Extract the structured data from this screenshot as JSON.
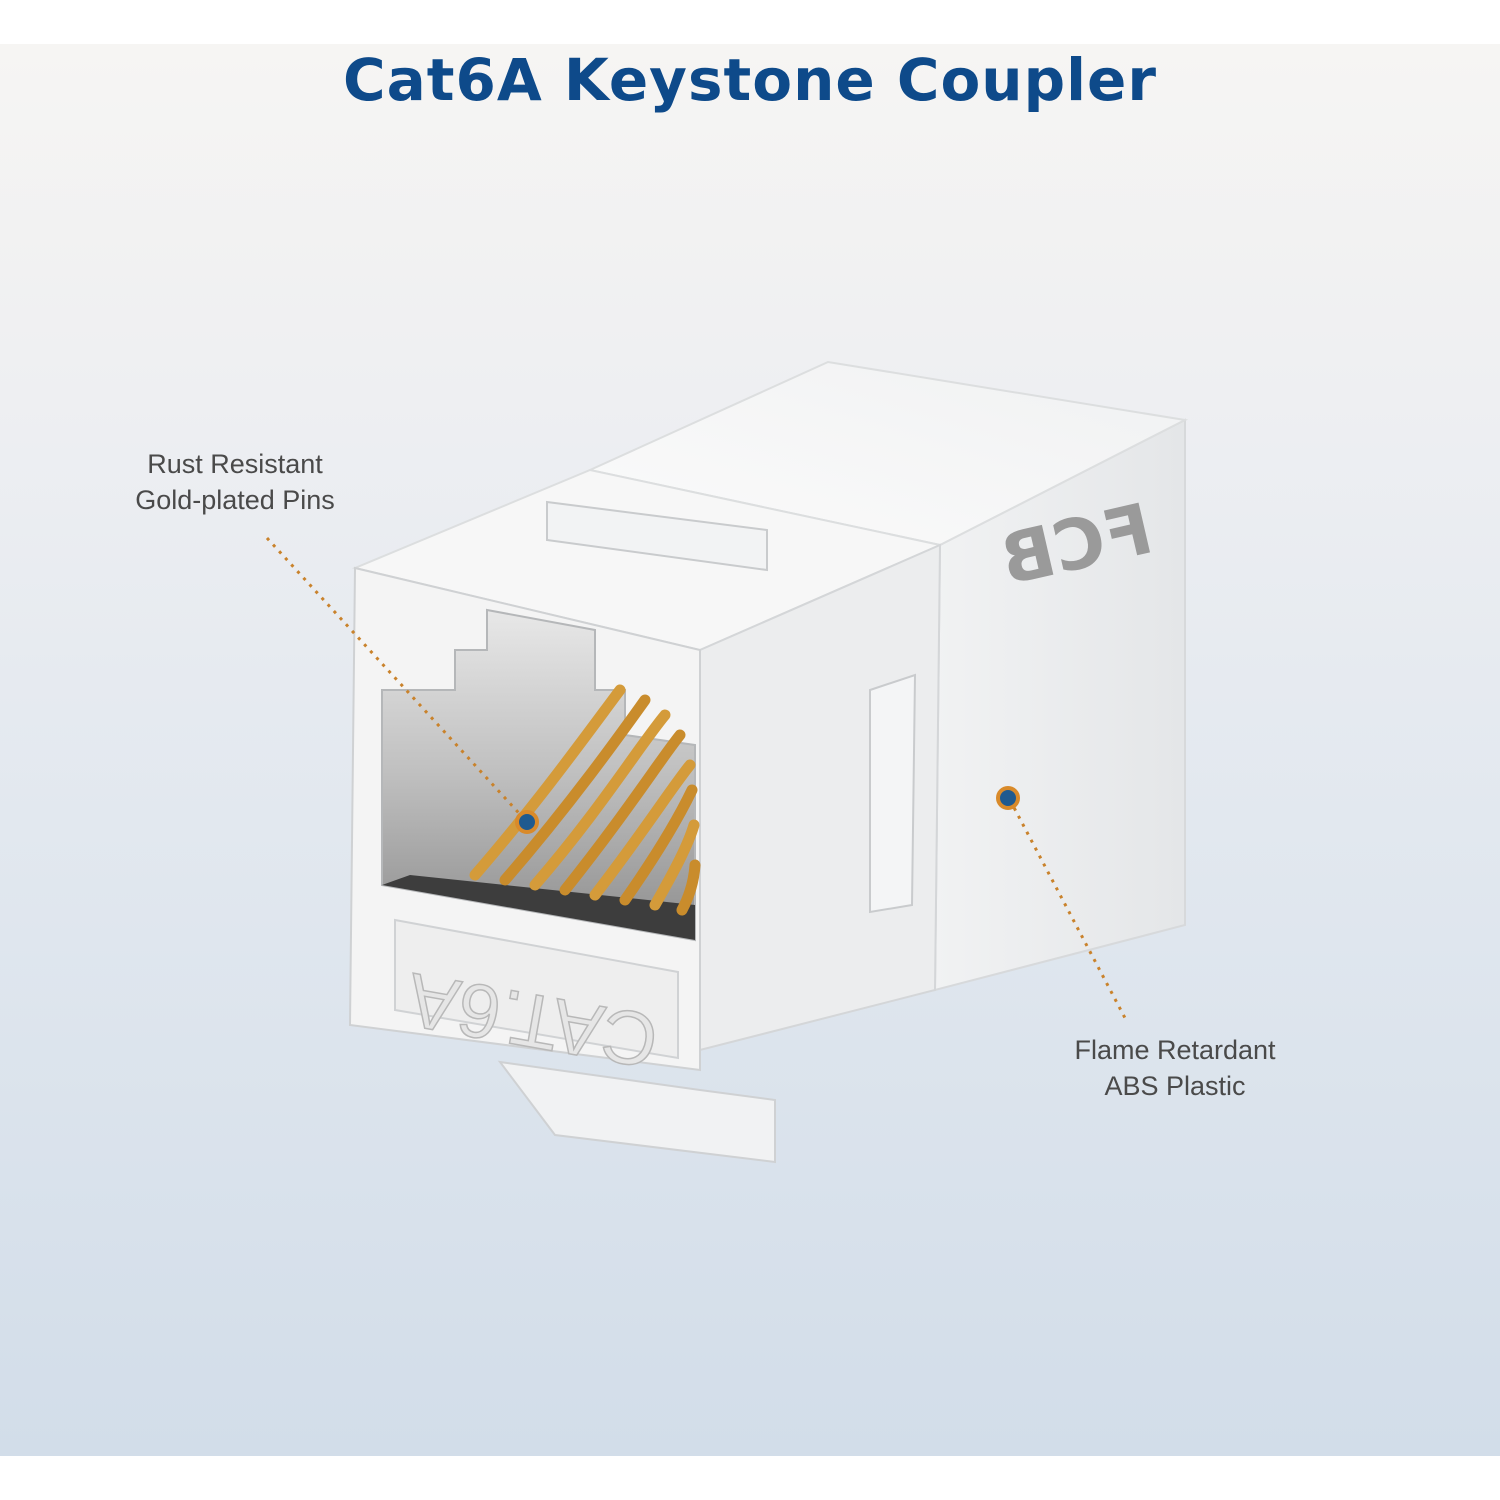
{
  "title": "Cat6A Keystone Coupler",
  "colors": {
    "title": "#0e4a8a",
    "leader": "#c9822b",
    "dot_fill": "#1f5a8f",
    "dot_ring": "#d98a2a",
    "pins": "#d49b3a"
  },
  "callouts": {
    "pins": {
      "line1": "Rust Resistant",
      "line2": "Gold-plated Pins"
    },
    "plastic": {
      "line1": "Flame Retardant",
      "line2": "ABS Plastic"
    }
  },
  "product": {
    "front_label": "CAT.6A",
    "brand_logo": "FCB"
  }
}
